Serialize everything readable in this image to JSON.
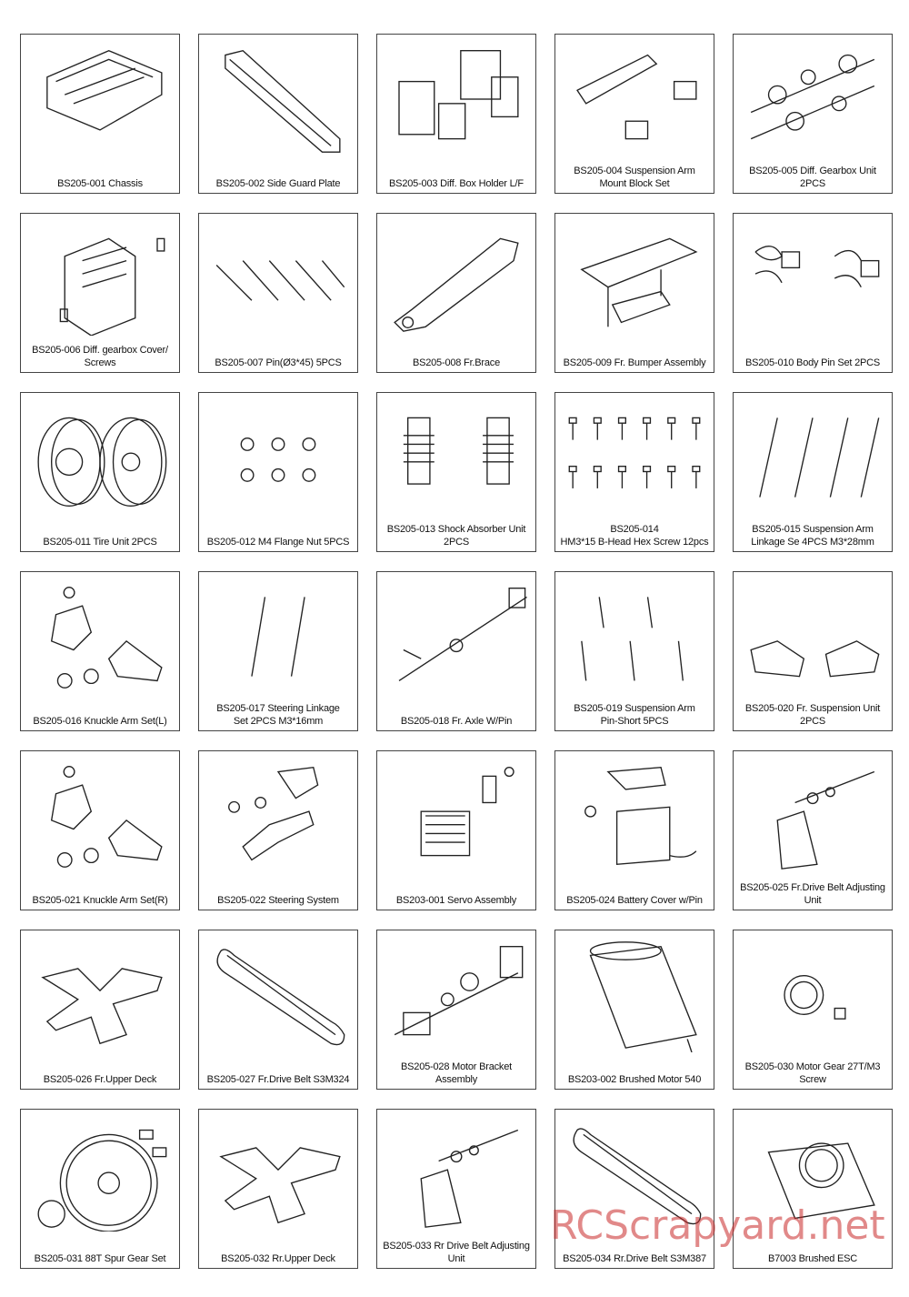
{
  "parts": [
    {
      "caption": "BS205-001  Chassis",
      "icon": "chassis-icon"
    },
    {
      "caption": "BS205-002  Side Guard Plate",
      "icon": "side-guard-plate-icon"
    },
    {
      "caption": "BS205-003  Diff. Box Holder L/F",
      "icon": "diff-box-holder-icon"
    },
    {
      "caption": "BS205-004 Suspension Arm\nMount Block Set",
      "icon": "mount-block-icon"
    },
    {
      "caption": "BS205-005 Diff. Gearbox Unit  2PCS",
      "icon": "diff-gearbox-icon"
    },
    {
      "caption": "BS205-006 Diff. gearbox Cover/\nScrews",
      "icon": "gearbox-cover-icon"
    },
    {
      "caption": "BS205-007  Pin(Ø3*45)  5PCS",
      "icon": "pin-icon"
    },
    {
      "caption": "BS205-008  Fr.Brace",
      "icon": "brace-icon"
    },
    {
      "caption": "BS205-009  Fr. Bumper Assembly",
      "icon": "bumper-icon"
    },
    {
      "caption": "BS205-010  Body Pin Set  2PCS",
      "icon": "body-pin-icon"
    },
    {
      "caption": "BS205-011  Tire Unit  2PCS",
      "icon": "tire-icon"
    },
    {
      "caption": "BS205-012  M4 Flange Nut  5PCS",
      "icon": "flange-nut-icon"
    },
    {
      "caption": "BS205-013 Shock Absorber Unit\n2PCS",
      "icon": "shock-absorber-icon"
    },
    {
      "caption": "BS205-014\nHM3*15 B-Head Hex Screw 12pcs",
      "icon": "hex-screw-icon"
    },
    {
      "caption": "BS205-015  Suspension Arm\nLinkage  Se  4PCS     M3*28mm",
      "icon": "linkage-icon"
    },
    {
      "caption": "BS205-016  Knuckle Arm Set(L)",
      "icon": "knuckle-arm-icon"
    },
    {
      "caption": "BS205-017  Steering Linkage\nSet  2PCS    M3*16mm",
      "icon": "steering-linkage-icon"
    },
    {
      "caption": "BS205-018  Fr. Axle W/Pin",
      "icon": "axle-icon"
    },
    {
      "caption": "BS205-019  Suspension Arm\nPin-Short  5PCS",
      "icon": "arm-pin-icon"
    },
    {
      "caption": "BS205-020  Fr. Suspension Unit\n2PCS",
      "icon": "suspension-unit-icon"
    },
    {
      "caption": "BS205-021  Knuckle Arm Set(R)",
      "icon": "knuckle-arm-icon"
    },
    {
      "caption": "BS205-022  Steering System",
      "icon": "steering-system-icon"
    },
    {
      "caption": "BS203-001  Servo Assembly",
      "icon": "servo-icon"
    },
    {
      "caption": "BS205-024  Battery Cover w/Pin",
      "icon": "battery-cover-icon"
    },
    {
      "caption": "BS205-025 Fr.Drive Belt Adjusting\nUnit",
      "icon": "belt-adjuster-icon"
    },
    {
      "caption": "BS205-026  Fr.Upper Deck",
      "icon": "upper-deck-icon"
    },
    {
      "caption": "BS205-027  Fr.Drive Belt S3M324",
      "icon": "drive-belt-icon"
    },
    {
      "caption": "BS205-028  Motor Bracket Assembly",
      "icon": "motor-bracket-icon"
    },
    {
      "caption": "BS203-002 Brushed Motor 540",
      "icon": "motor-icon"
    },
    {
      "caption": "BS205-030 Motor Gear 27T/M3 Screw",
      "icon": "motor-gear-icon"
    },
    {
      "caption": "BS205-031 88T Spur Gear Set",
      "icon": "spur-gear-icon"
    },
    {
      "caption": "BS205-032 Rr.Upper Deck",
      "icon": "upper-deck-icon"
    },
    {
      "caption": "BS205-033  Rr Drive Belt Adjusting\nUnit",
      "icon": "belt-adjuster-icon"
    },
    {
      "caption": "BS205-034 Rr.Drive Belt S3M387",
      "icon": "drive-belt-icon"
    },
    {
      "caption": "B7003   Brushed ESC",
      "icon": "esc-icon"
    }
  ],
  "watermark": "RCScrapyard.net"
}
